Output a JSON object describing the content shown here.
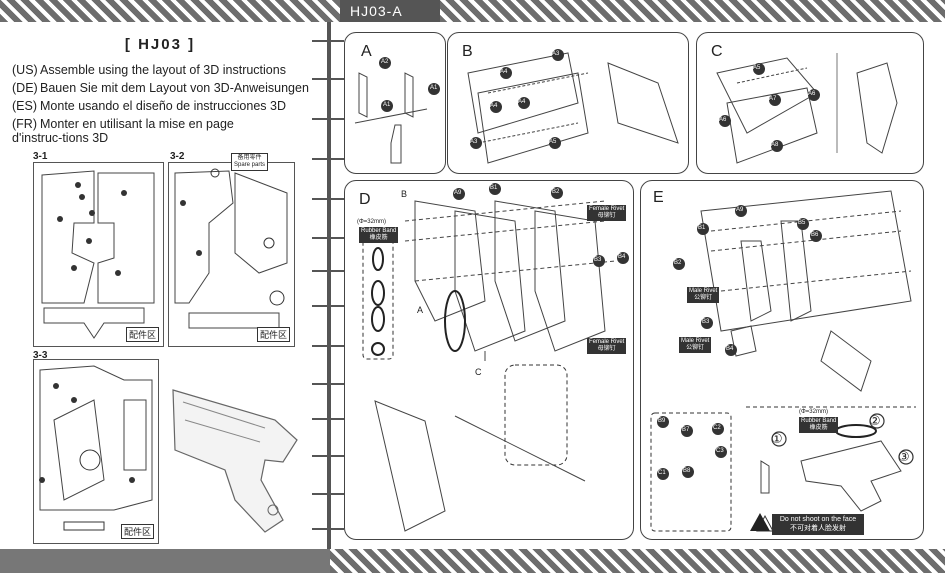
{
  "header": {
    "model_code": "HJ03-A"
  },
  "left": {
    "title": "[ HJ03 ]",
    "instructions": [
      {
        "code": "(US)",
        "text": "Assemble using the layout of 3D instructions"
      },
      {
        "code": "(DE)",
        "text": "Bauen Sie mit dem Layout von 3D-Anweisungen"
      },
      {
        "code": "(ES)",
        "text": "Monte usando el diseño de instrucciones 3D"
      },
      {
        "code": "(FR)",
        "text": "Monter en utilisant la mise en page d'instruc-tions 3D"
      }
    ],
    "sheets": [
      {
        "label": "3-1",
        "parts_area": "配件区"
      },
      {
        "label": "3-2",
        "parts_area": "配件区",
        "spare_tag": "备用零件",
        "spare_tag_en": "Spare parts"
      },
      {
        "label": "3-3",
        "parts_area": "配件区"
      }
    ]
  },
  "panels": {
    "A": {
      "label": "A",
      "parts": [
        "A2",
        "A1",
        "A1"
      ]
    },
    "B": {
      "label": "B",
      "parts": [
        "A3",
        "A4",
        "A4",
        "A4",
        "A3",
        "A5"
      ]
    },
    "C": {
      "label": "C",
      "parts": [
        "A5",
        "A6",
        "A7",
        "A6",
        "A8"
      ]
    },
    "D": {
      "label": "D",
      "callouts": [
        "B",
        "A9",
        "B1",
        "B2",
        "B3",
        "B4",
        "A",
        "C"
      ],
      "rubber_band": {
        "size": "(Φ=32mm)",
        "name": "Rubber Band",
        "name_cn": "橡皮筋"
      },
      "rivet_top": {
        "name": "Female Rivet",
        "name_cn": "母铆钉"
      },
      "rivet_bottom": {
        "name": "Female Rivet",
        "name_cn": "母铆钉"
      }
    },
    "E": {
      "label": "E",
      "callouts": [
        "A9",
        "B1",
        "B5",
        "B6",
        "B2",
        "B3",
        "B4"
      ],
      "male_rivet_a": {
        "name": "Male Rivet",
        "name_cn": "公铆钉"
      },
      "male_rivet_b": {
        "name": "Male Rivet",
        "name_cn": "公铆钉"
      },
      "accessories": [
        "B9",
        "B7",
        "C2",
        "C3",
        "C1",
        "B8"
      ],
      "rubber_band": {
        "size": "(Φ=32mm)",
        "name": "Rubber Band",
        "name_cn": "橡皮筋"
      },
      "steps": [
        "①",
        "②",
        "③"
      ],
      "warning": {
        "en": "Do not shoot on the face",
        "cn": "不可对着人脸发射"
      }
    }
  },
  "colors": {
    "bars": "#6d6d6d",
    "ink": "#333333",
    "accent": "#222222"
  }
}
